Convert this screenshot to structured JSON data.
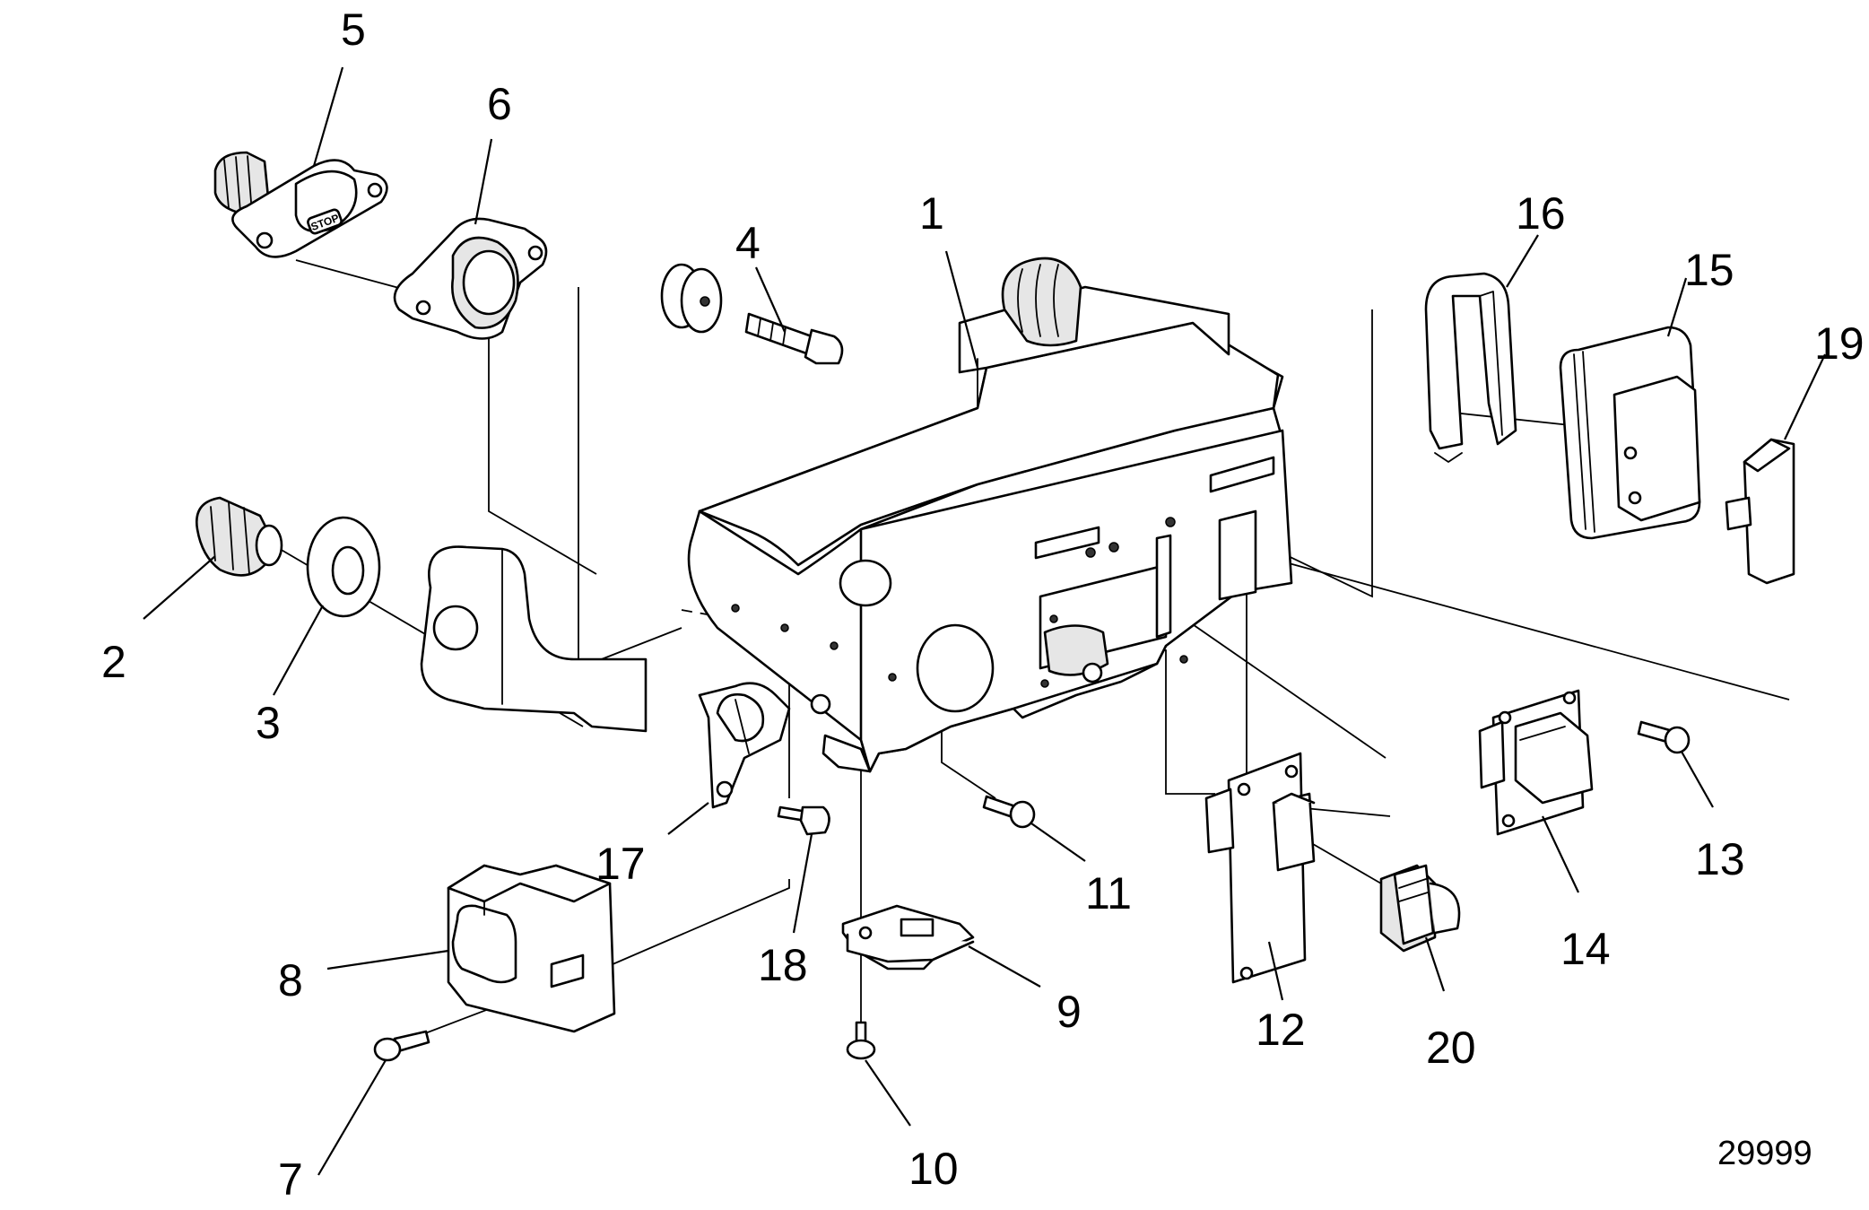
{
  "callouts": [
    "1",
    "2",
    "3",
    "4",
    "5",
    "6",
    "7",
    "8",
    "9",
    "10",
    "11",
    "12",
    "13",
    "14",
    "15",
    "16",
    "17",
    "18",
    "19",
    "20"
  ],
  "figure_ref": "29999",
  "stop_label": "STOP"
}
